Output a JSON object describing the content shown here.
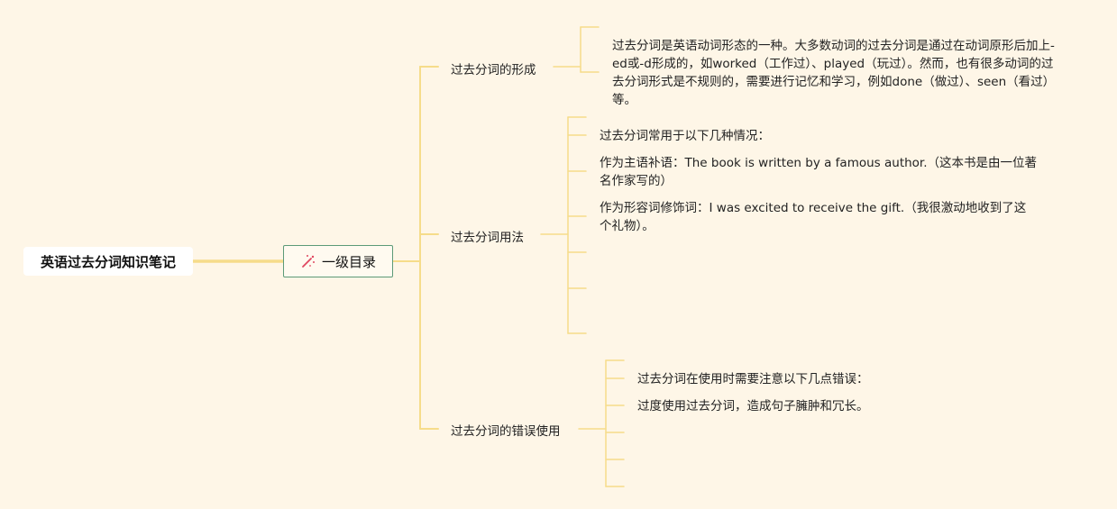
{
  "root": {
    "title": "英语过去分词知识笔记"
  },
  "level1": {
    "label": "一级目录",
    "icon": "magic-wand-icon"
  },
  "branches": [
    {
      "label": "过去分词的形成",
      "leaves": [
        "过去分词是英语动词形态的一种。大多数动词的过去分词是通过在动词原形后加上-ed或-d形成的，如worked（工作过）、played（玩过）。然而，也有很多动词的过去分词形式是不规则的，需要进行记忆和学习，例如done（做过）、seen（看过）等。"
      ]
    },
    {
      "label": "过去分词用法",
      "leaves": [
        "过去分词常用于以下几种情况：",
        "作为主语补语：The book is written by a famous author.（这本书是由一位著名作家写的）",
        "作为形容词修饰词：I was excited to receive the gift.（我很激动地收到了这个礼物）。"
      ]
    },
    {
      "label": "过去分词的错误使用",
      "leaves": [
        "过去分词在使用时需要注意以下几点错误：",
        "过度使用过去分词，造成句子臃肿和冗长。"
      ]
    }
  ],
  "colors": {
    "background": "#fef6e7",
    "connector": "#f6dc8a",
    "level1_border": "#5c9a78",
    "icon": "#e0465f"
  }
}
